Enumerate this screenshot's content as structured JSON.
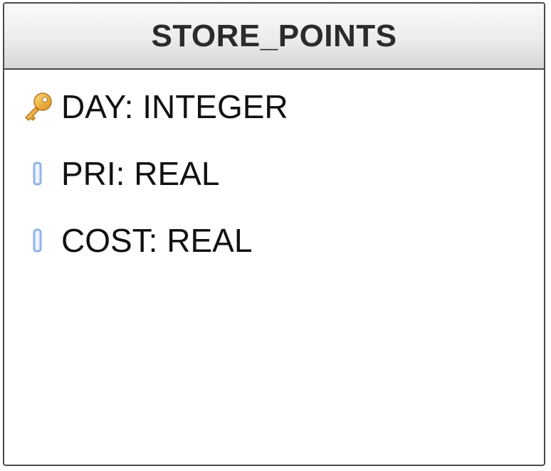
{
  "entity": {
    "title": "STORE_POINTS",
    "fields": [
      {
        "label": "DAY: INTEGER",
        "icon": "primary-key-icon",
        "icon_color": "#e8a531"
      },
      {
        "label": "PRI: REAL",
        "icon": "column-icon",
        "icon_color": "#8fb4e6"
      },
      {
        "label": "COST: REAL",
        "icon": "column-icon",
        "icon_color": "#8fb4e6"
      }
    ]
  }
}
